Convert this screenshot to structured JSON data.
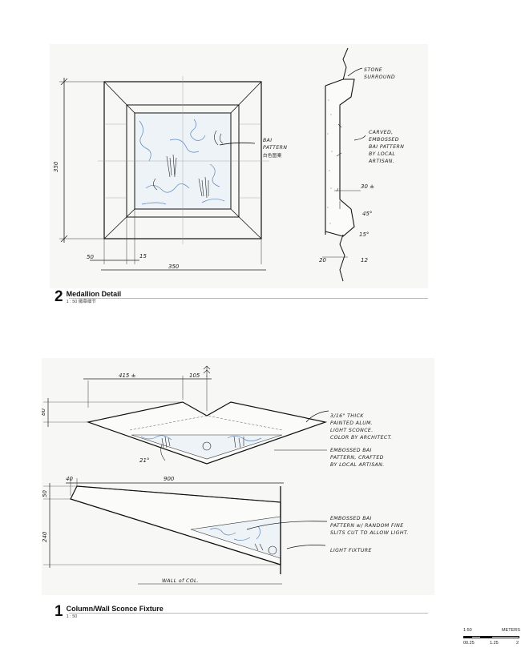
{
  "detail_2": {
    "number": "2",
    "title": "Medallion Detail",
    "scale": "1 : 50",
    "scale_note": "徽章细节",
    "annotations": {
      "bai_pattern": [
        "BAI",
        "PATTERN"
      ],
      "bai_pattern_cn": "白色图案",
      "stone_surround": [
        "STONE",
        "SURROUND"
      ],
      "carved": [
        "CARVED,",
        "EMBOSSED",
        "BAI PATTERN",
        "BY LOCAL",
        "ARTISAN."
      ],
      "dim_height": "350",
      "dim_width": "350",
      "dim_50": "50",
      "dim_15": "15",
      "dim_30": "30 ±",
      "angle_45": "45°",
      "angle_15": "15°",
      "dim_20": "20",
      "dim_12": "12"
    }
  },
  "detail_1": {
    "number": "1",
    "title": "Column/Wall Sconce Fixture",
    "scale": "1 : 50",
    "annotations": {
      "dim_415": "415 ±",
      "dim_105": "105",
      "dim_80": "80",
      "angle_21": "21°",
      "dim_40": "40",
      "dim_900": "900",
      "dim_50": "50",
      "dim_240": "240",
      "wall_of_col": "WALL of COL.",
      "aluminum_note": [
        "3/16\" THICK",
        "PAINTED ALUM.",
        "LIGHT SCONCE.",
        "COLOR BY ARCHITECT."
      ],
      "embossed_note": [
        "EMBOSSED BAI",
        "PATTERN, CRAFTED",
        "BY LOCAL ARTISAN."
      ],
      "random_note": [
        "EMBOSSED BAI",
        "PATTERN w/ RANDOM FINE",
        "SLITS CUT TO ALLOW LIGHT."
      ],
      "light_fixture": "LIGHT FIXTURE"
    }
  },
  "scale_bar": {
    "scale": "1:50",
    "unit": "METERS",
    "ticks": [
      "00.25",
      "1.25",
      "2"
    ]
  }
}
